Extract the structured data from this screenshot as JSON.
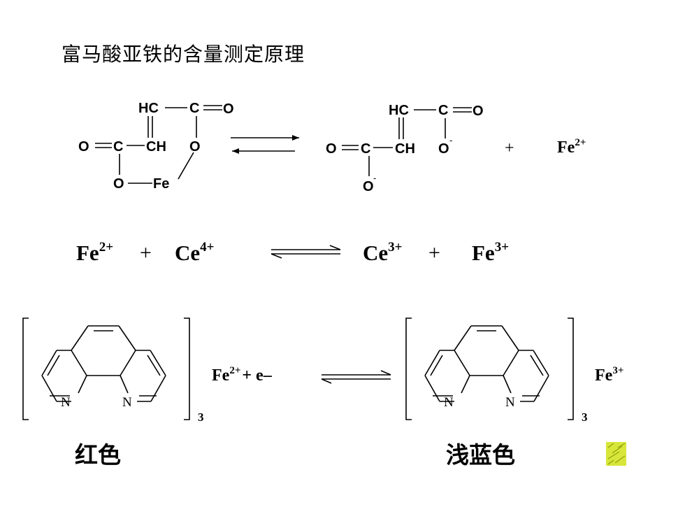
{
  "title": "富马酸亚铁的含量测定原理",
  "reaction1": {
    "left": {
      "hc": "HC",
      "c_top": "C",
      "o_top_dbl": "O",
      "o_left_dbl": "O",
      "c_left": "C",
      "ch": "CH",
      "o_ring_right": "O",
      "o_ring_left": "O",
      "fe": "Fe"
    },
    "right": {
      "hc": "HC",
      "c_top": "C",
      "o_top_dbl": "O",
      "o_left_dbl": "O",
      "c_left": "C",
      "ch": "CH",
      "o_minus_right": "O",
      "o_minus_bottom": "O",
      "minus": "-"
    },
    "plus": "+",
    "fe2_base": "Fe",
    "fe2_charge": "2+"
  },
  "reaction2": {
    "fe_base": "Fe",
    "fe_charge": "2+",
    "plus1": "+",
    "ce_base": "Ce",
    "ce_charge": "4+",
    "ce3_base": "Ce",
    "ce3_charge": "3+",
    "plus2": "+",
    "fe3_base": "Fe",
    "fe3_charge": "3+"
  },
  "reaction3": {
    "n_left": "N",
    "n_right": "N",
    "subscript": "3",
    "fe_base": "Fe",
    "fe_charge": "2+",
    "plus_e": "+ e–",
    "fe3_base": "Fe",
    "fe3_charge": "3+",
    "label_left": "红色",
    "label_right": "浅蓝色"
  },
  "colors": {
    "ink": "#000000",
    "corner_icon": "#d8e63a"
  }
}
